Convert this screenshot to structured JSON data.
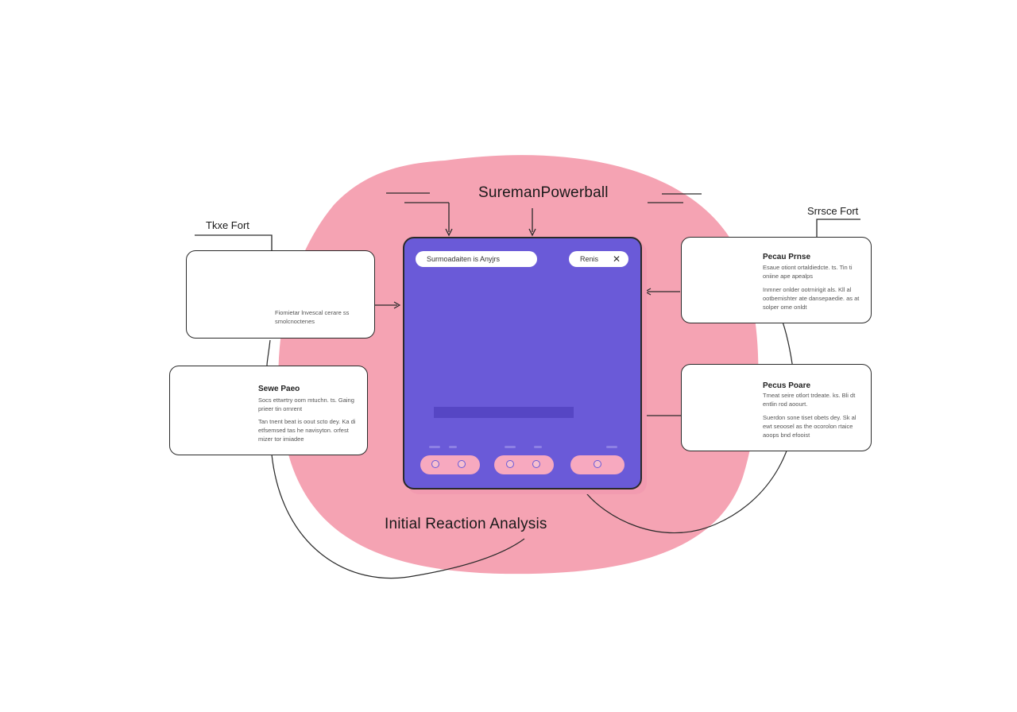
{
  "diagram": {
    "title": "SuremanPowerball",
    "bottom_label": "Initial Reaction Analysis",
    "left_label": "Tkxe Fort",
    "right_label": "Srrsce Fort"
  },
  "panel": {
    "search_text": "Surmoadaiten is Anyjrs",
    "filter_text": "Renis",
    "close_icon": "close-icon"
  },
  "cards": {
    "top_left": {
      "text": "Fiomietar lnvescal cerare ss smolcnoctenes"
    },
    "bottom_left": {
      "heading": "Sewe Paeo",
      "para1": "Socs ettwrtry oom mtuchn. ts. Gaing prieer tin ornrent",
      "para2": "Tan tnent beat is oout scto dey. Ka di etfsemsed tas he navisyton. orfest mizer tor imiadee"
    },
    "top_right": {
      "heading": "Pecau Prnse",
      "para1": "Esaue otiont ortaldiedcte. ts. Tin ti oniine ape apealps",
      "para2": "Inmner onlder ootrnirigit als. Kll al ootbemishter ate dansepaedie. as at solper ome onldt"
    },
    "bottom_right": {
      "heading": "Pecus Poare",
      "para1": "Tmeat seire otlort trdeate. ks. Bli dt entlin rod aoourt.",
      "para2": "Suerdon sone tiset obets dey. Sk al ewt seoosel as the ocorolon rtaice aoops bnd efooist"
    }
  },
  "colors": {
    "blob": "#f5a3b3",
    "panel": "#6a5ad8",
    "accent_pink": "#f7a9bf",
    "line": "#2a2a2a"
  }
}
